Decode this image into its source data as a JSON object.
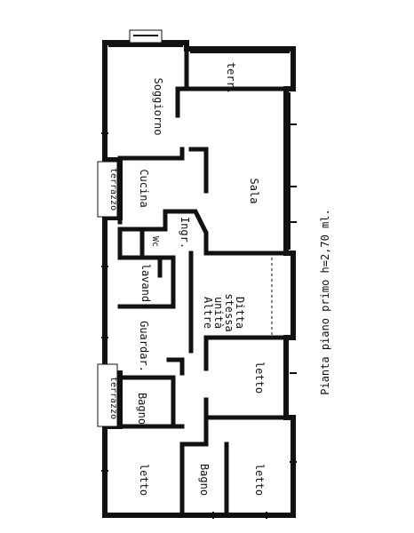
{
  "floorplan": {
    "caption": "Pianta piano primo  h=2,70 ml.",
    "colors": {
      "walls": "#111111",
      "background": "#ffffff"
    },
    "rooms": {
      "soggiorno": "Soggiorno",
      "terrazzo_roof": "terr.",
      "sala": "Sala",
      "cucina": "Cucina",
      "terrazzo_1": "terrazzo",
      "ingr": "Ingr.",
      "wc": "Wc",
      "lavand": "lavand.",
      "altre": [
        "Altre",
        "unità",
        "stessa",
        "Ditta"
      ],
      "guardar": "Guardar.",
      "letto_1": "letto",
      "terrazzo_2": "terrazzo",
      "bagno_1": "Bagno",
      "letto_2": "letto",
      "bagno_2": "Bagno",
      "letto_3": "letto"
    }
  }
}
